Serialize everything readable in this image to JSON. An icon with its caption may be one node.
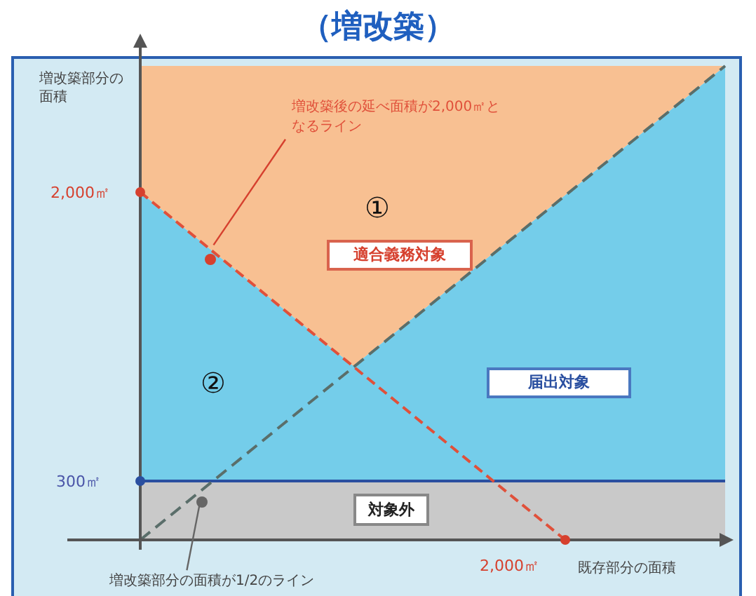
{
  "diagram": {
    "title": "（増改築）",
    "nodes": [
      {
        "text": [
          "増改築後の延べ面積が2,000㎡となるライン"
        ]
      },
      {
        "text": [],
        "shape": "circle"
      },
      {
        "text": [
          "適合義務対象"
        ]
      },
      {
        "text": [
          "届出対象"
        ]
      },
      {
        "text": [
          "対象外"
        ]
      },
      {
        "text": [],
        "shape": "circle"
      },
      {
        "text": [
          "増改築部分の面積が1/2のライン"
        ]
      }
    ],
    "edges": [
      {
        "from": 0,
        "to": 1,
        "arrow": "none",
        "color": "#d6402e"
      },
      {
        "from": 6,
        "to": 5,
        "arrow": "none",
        "color": "#666666"
      }
    ],
    "labels": [
      "増改築部分の面積",
      "2,000㎡",
      "①",
      "②",
      "300㎡",
      "2,000㎡",
      "既存部分の面積"
    ]
  }
}
